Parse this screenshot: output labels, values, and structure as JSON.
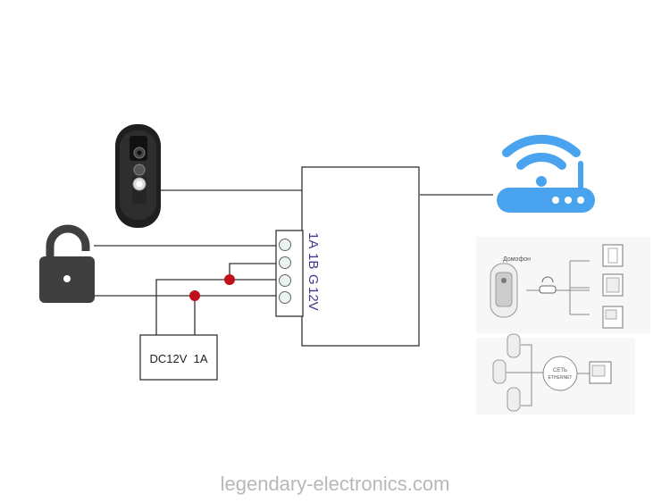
{
  "terminal_labels": [
    "1A",
    "1B",
    "G",
    "12V"
  ],
  "power_supply_label": "DC12V  1A",
  "watermark": "legendary-electronics.com",
  "inset_top_device_label": "Домофон",
  "inset_bottom_network_label_1": "СЕТЬ",
  "inset_bottom_network_label_2": "ETHERNET",
  "colors": {
    "line": "#333333",
    "junction": "#c0111b",
    "wifi": "#4aa3ee",
    "lock": "#3f3f3f",
    "terminal_text": "#3d3a8c"
  }
}
